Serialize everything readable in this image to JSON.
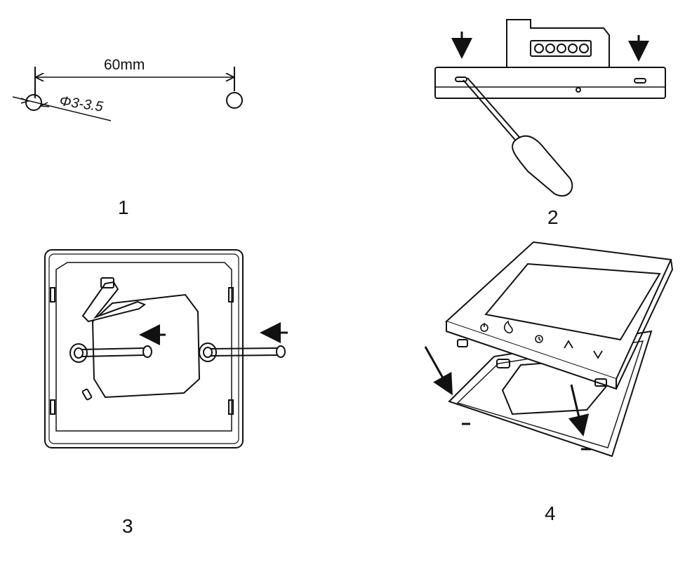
{
  "steps": [
    {
      "number": "1",
      "dimension_label": "60mm",
      "hole_label": "Φ3-3.5"
    },
    {
      "number": "2"
    },
    {
      "number": "3"
    },
    {
      "number": "4"
    }
  ],
  "colors": {
    "line": "#111111",
    "background": "#ffffff"
  },
  "icons": [
    "power-icon",
    "flame-icon",
    "clock-icon",
    "up-chevron-icon",
    "down-chevron-icon",
    "arrow-icon",
    "screwdriver-icon",
    "screw-icon"
  ]
}
